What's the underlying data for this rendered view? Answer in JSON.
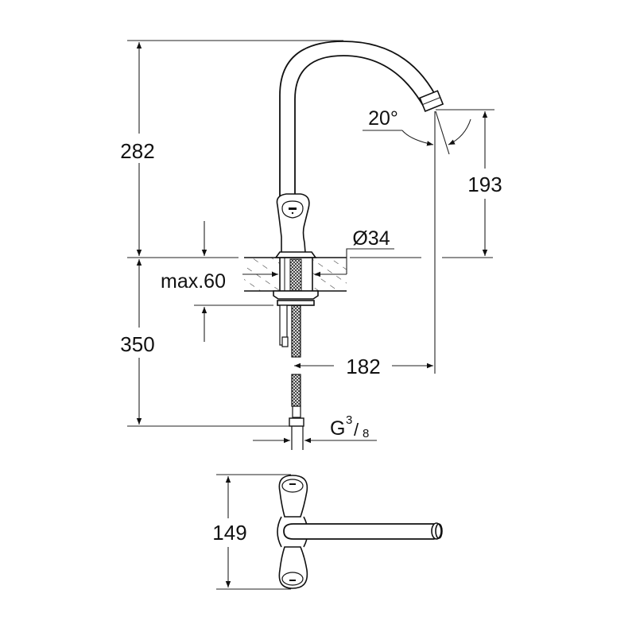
{
  "diagram": {
    "type": "technical-drawing",
    "subject": "single-hole mixer faucet with swivel spout",
    "views": [
      "front-elevation",
      "top-view"
    ],
    "colors": {
      "line": "#111111",
      "background": "#ffffff",
      "dim_line": "#333333"
    }
  },
  "dimensions": {
    "total_height_above_deck": "282",
    "spout_outlet_height": "193",
    "spout_angle": "20°",
    "hole_diameter": "Ø34",
    "max_deck_thickness": "max.60",
    "below_deck_length": "350",
    "spout_reach": "182",
    "connection_thread_base": "G",
    "connection_thread_num": "3",
    "connection_thread_den": "8",
    "top_view_width": "149"
  }
}
